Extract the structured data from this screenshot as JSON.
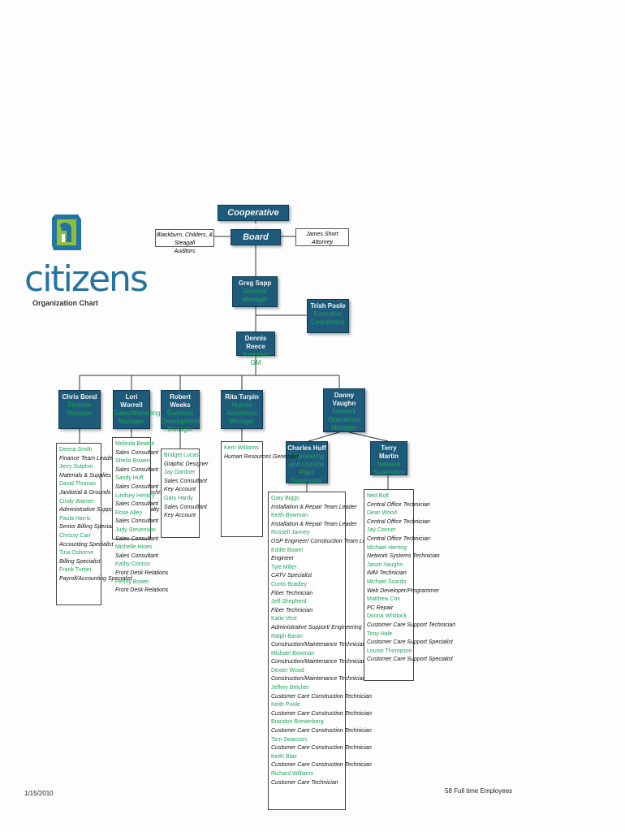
{
  "top": {
    "members": "Cooperative Members",
    "board": "Board",
    "auditors_name": "Blackburn, Childers, & Steagall",
    "auditors_role": "Auditors",
    "attorney_name": "James Short",
    "attorney_role": "Attorney"
  },
  "logo": {
    "word": "citizens",
    "subtitle": "Organization Chart"
  },
  "exec": {
    "gm_name": "Greg Sapp",
    "gm_title": "General Manager",
    "ec_name": "Trish Poole",
    "ec_title": "Executive Coordinator",
    "agm_name": "Dennis Reece",
    "agm_title": "Assistant GM"
  },
  "managers": [
    {
      "name": "Chris Bond",
      "title": "Finance Manager"
    },
    {
      "name": "Lori Worrell",
      "title": "Sales/Marketing Manager"
    },
    {
      "name": "Robert Weeks",
      "title": "Business Development Manager"
    },
    {
      "name": "Rita Turpin",
      "title": "Human Resources Manager"
    },
    {
      "name": "Danny Vaughn",
      "title": "Network Operations Manager"
    }
  ],
  "sub_managers": [
    {
      "name": "Charles Huff",
      "title": "Engineering and Outside Plant Supervisor"
    },
    {
      "name": "Terry Martin",
      "title": "Network Supervisor"
    }
  ],
  "staff": {
    "finance": [
      {
        "name": "Deena Smith",
        "role": "Finance Team Leader"
      },
      {
        "name": "Jerry Sutphin",
        "role": "Materials & Supplies Agent"
      },
      {
        "name": "David Thomas",
        "role": "Janitorial & Grounds Maintenance Technician"
      },
      {
        "name": "Cindy Warner",
        "role": "Administrative Support/ Billing Specialty"
      },
      {
        "name": "Paula Harris",
        "role": "Senior Billing Specialist"
      },
      {
        "name": "Chrissy Carr",
        "role": "Accounting Specialist"
      },
      {
        "name": "Tina Osborne",
        "role": "Billing Specialist"
      },
      {
        "name": "Frank Turpin",
        "role": "Payroll/Accounting Specialist"
      }
    ],
    "sales": [
      {
        "name": "Melinda Beattie",
        "role": "Sales Consultant"
      },
      {
        "name": "Sheila Bowen",
        "role": "Sales Consultant"
      },
      {
        "name": "Sandy Huff",
        "role": "Sales Consultant"
      },
      {
        "name": "Lindsey Hendry",
        "role": "Sales Consultant"
      },
      {
        "name": "Rose Alley",
        "role": "Sales Consultant"
      },
      {
        "name": "Judy Stevenson",
        "role": "Sales Consultant"
      },
      {
        "name": "Michelle Hines",
        "role": "Sales Consultant"
      },
      {
        "name": "Kathy Connor",
        "role": "Front Desk Relations"
      },
      {
        "name": "Penny Bower",
        "role": "Front Desk Relations"
      }
    ],
    "business": [
      {
        "name": "Bridget Lucas",
        "role": "Graphic Designer"
      },
      {
        "name": "Jay Gardner",
        "role": "Sales Consultant"
      },
      {
        "name": "",
        "role": "Key Account"
      },
      {
        "name": "Gary Hardy",
        "role": "Sales Consultant"
      },
      {
        "name": "",
        "role": "Key Account"
      }
    ],
    "hr": [
      {
        "name": "Kerri Williams",
        "role": "Human Resources Generalist"
      }
    ],
    "engineering": [
      {
        "name": "Gary Biggs",
        "role": "Installation & Repair Team Leader"
      },
      {
        "name": "Keith Bowman",
        "role": "Installation & Repair Team Leader"
      },
      {
        "name": "Russell Janney",
        "role": "OSP Engineer/ Construction Team Leader"
      },
      {
        "name": "Eddie Bower",
        "role": "Engineer"
      },
      {
        "name": "Tyle Miller",
        "role": "CATV Specialist"
      },
      {
        "name": "Curtis Bradley",
        "role": "Fiber Technician"
      },
      {
        "name": "Jeff Shepherd",
        "role": "Fiber Technician"
      },
      {
        "name": "Katie Vest",
        "role": "Administrative Support/ Engineering"
      },
      {
        "name": "Ralph Baran",
        "role": "Construction/Maintenance Technician"
      },
      {
        "name": "Michael Bowman",
        "role": "Construction/Maintenance Technician"
      },
      {
        "name": "Dexter Wood",
        "role": "Construction/Maintenance Technician"
      },
      {
        "name": "Jeffrey Belcher",
        "role": "Customer Care Construction Technician"
      },
      {
        "name": "Keith Poole",
        "role": "Customer Care Construction Technician"
      },
      {
        "name": "Brandon Brewerberg",
        "role": "Customer Care Construction Technician"
      },
      {
        "name": "Tom Swanson",
        "role": "Customer Care Construction Technician"
      },
      {
        "name": "Keith Blair",
        "role": "Customer Care Construction Technician"
      },
      {
        "name": "Richard Williams",
        "role": "Customer Care Technician"
      }
    ],
    "network": [
      {
        "name": "Ned Bolt",
        "role": "Central Office Technician"
      },
      {
        "name": "Dean Wood",
        "role": "Central Office Technician"
      },
      {
        "name": "Jay Conner",
        "role": "Central Office Technician"
      },
      {
        "name": "Michael Herring",
        "role": "Network Systems Technician"
      },
      {
        "name": "Jason Vaughn",
        "role": "IMM Technician"
      },
      {
        "name": "Michael Scardo",
        "role": "Web Developer/Programmer"
      },
      {
        "name": "Matthew Cox",
        "role": "PC Repair"
      },
      {
        "name": "Donna Whitlock",
        "role": "Customer Care Support Technician"
      },
      {
        "name": "Tony Hale",
        "role": "Customer Care Support Specialist"
      },
      {
        "name": "Louise Thompson",
        "role": "Customer Care Support Specialist"
      }
    ]
  },
  "footer": {
    "date": "1/15/2010",
    "employees": "58 Full time Employees"
  },
  "colors": {
    "box_fill": "#1e5a7a",
    "title_green": "#1fa35a",
    "logo_blue": "#2474a0",
    "logo_green": "#8cbf3f"
  }
}
